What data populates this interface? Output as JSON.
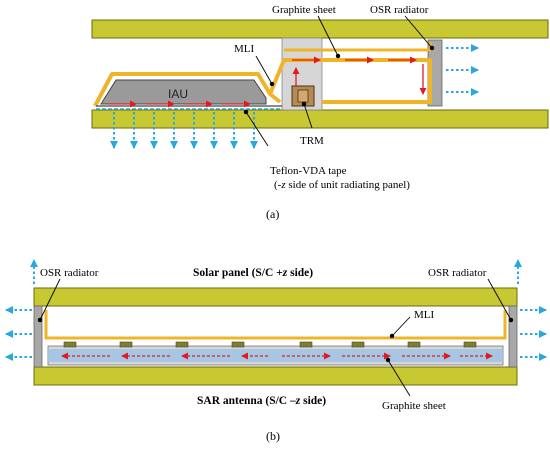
{
  "colors": {
    "panel_fill": "#c8c832",
    "panel_stroke": "#6b6b10",
    "mli": "#f0b429",
    "arrow_red": "#e01b24",
    "arrow_blue": "#29a8e0",
    "graphite": "#d0d0d0",
    "osr": "#a8a8a8",
    "iau_fill": "#9a9a9a",
    "antenna_blue": "#9ec3e6"
  },
  "panel_a": {
    "caption": "(a)",
    "labels": {
      "graphite_sheet": "Graphite sheet",
      "osr_radiator": "OSR radiator",
      "mli": "MLI",
      "iau": "IAU",
      "trm": "TRM",
      "teflon_tape": "Teflon-VDA tape",
      "teflon_note_prefix": "(-",
      "teflon_note_axis": "z",
      "teflon_note_suffix": " side of unit radiating panel)"
    }
  },
  "panel_b": {
    "caption": "(b)",
    "labels": {
      "osr_left": "OSR radiator",
      "osr_right": "OSR radiator",
      "solar_prefix": "Solar panel (S/C +",
      "solar_axis": "z",
      "solar_suffix": " side)",
      "mli": "MLI",
      "sar_prefix": "SAR antenna (S/C –",
      "sar_axis": "z",
      "sar_suffix": " side)",
      "graphite_sheet": "Graphite sheet"
    }
  }
}
